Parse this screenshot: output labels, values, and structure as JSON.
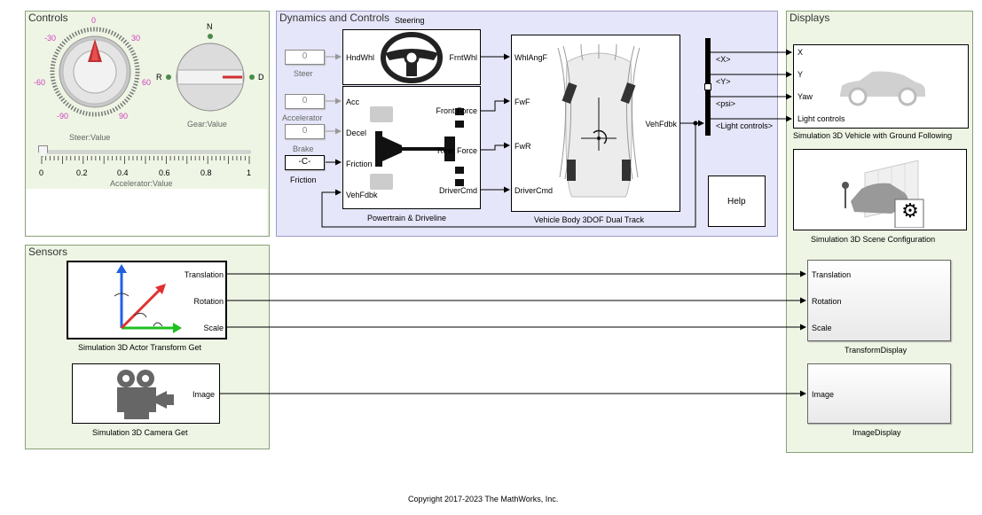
{
  "areas": {
    "controls": "Controls",
    "dynamics": "Dynamics and Controls",
    "displays": "Displays",
    "sensors": "Sensors"
  },
  "controls": {
    "steer_knob": {
      "ticks": [
        "0",
        "30",
        "-30",
        "60",
        "-60",
        "90",
        "-90"
      ],
      "label": "Steer:Value"
    },
    "gear": {
      "n": "N",
      "r": "R",
      "d": "D",
      "label": "Gear:Value"
    },
    "accel_slider": {
      "ticks": [
        "0",
        "0.2",
        "0.4",
        "0.6",
        "0.8",
        "1"
      ],
      "label": "Accelerator:Value",
      "value": 0
    }
  },
  "dynamics": {
    "steering": {
      "title": "Steering",
      "in": "HndWhl",
      "out": "FrntWhl"
    },
    "steer_const": {
      "value": "0",
      "label": "Steer"
    },
    "accel_const": {
      "value": "0",
      "label": "Accelerator"
    },
    "brake_const": {
      "value": "0",
      "label": "Brake"
    },
    "friction_const": {
      "value": "-C-",
      "label": "Friction"
    },
    "powertrain": {
      "title": "Powertrain & Driveline",
      "in_acc": "Acc",
      "in_decel": "Decel",
      "in_friction": "Friction",
      "in_vehfdbk": "VehFdbk",
      "out_front": "Front Force",
      "out_rear": "Rear Force",
      "out_driver": "DriverCmd"
    },
    "vehicle_body": {
      "title": "Vehicle Body 3DOF Dual Track",
      "in_whl": "WhlAngF",
      "in_fwf": "FwF",
      "in_fwr": "FwR",
      "in_driver": "DriverCmd",
      "out_veh": "VehFdbk"
    },
    "bus_signals": [
      "<X>",
      "<Y>",
      "<psi>",
      "<Light controls>"
    ],
    "help": "Help"
  },
  "displays": {
    "vehicle": {
      "title": "Simulation 3D Vehicle with Ground Following",
      "ports": [
        "X",
        "Y",
        "Yaw",
        "Light controls"
      ]
    },
    "scene_config": {
      "title": "Simulation 3D Scene Configuration"
    },
    "transform_display": {
      "title": "TransformDisplay",
      "ports": [
        "Translation",
        "Rotation",
        "Scale"
      ]
    },
    "image_display": {
      "title": "ImageDisplay",
      "ports": [
        "Image"
      ]
    }
  },
  "sensors": {
    "actor_transform": {
      "title": "Simulation 3D Actor Transform Get",
      "ports": [
        "Translation",
        "Rotation",
        "Scale"
      ]
    },
    "camera": {
      "title": "Simulation 3D Camera Get",
      "port": "Image"
    }
  },
  "footer": {
    "copyright": "Copyright 2017-2023 The MathWorks, Inc."
  }
}
